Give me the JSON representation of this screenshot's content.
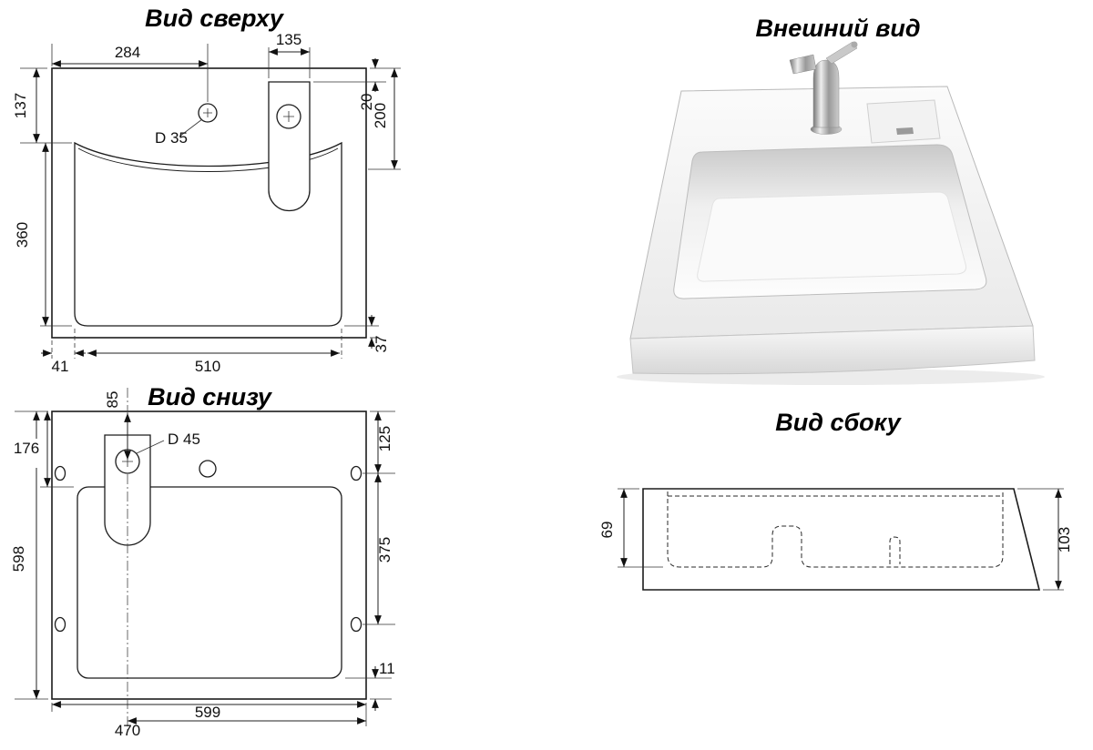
{
  "titles": {
    "top_view": "Вид сверху",
    "external_view": "Внешний вид",
    "bottom_view": "Вид снизу",
    "side_view": "Вид сбоку"
  },
  "top_view": {
    "dims": {
      "d284": "284",
      "d135": "135",
      "d137": "137",
      "d20": "20",
      "d200": "200",
      "d360": "360",
      "d37": "37",
      "d41": "41",
      "d510": "510",
      "hole": "D 35"
    }
  },
  "bottom_view": {
    "dims": {
      "d85": "85",
      "d176": "176",
      "d125": "125",
      "d375": "375",
      "d598": "598",
      "d11": "11",
      "d470": "470",
      "d599": "599",
      "hole": "D 45"
    }
  },
  "side_view": {
    "dims": {
      "d69": "69",
      "d103": "103"
    }
  },
  "colors": {
    "line": "#1c1c1c",
    "background": "#ffffff",
    "shading": "#d9d9d9"
  }
}
